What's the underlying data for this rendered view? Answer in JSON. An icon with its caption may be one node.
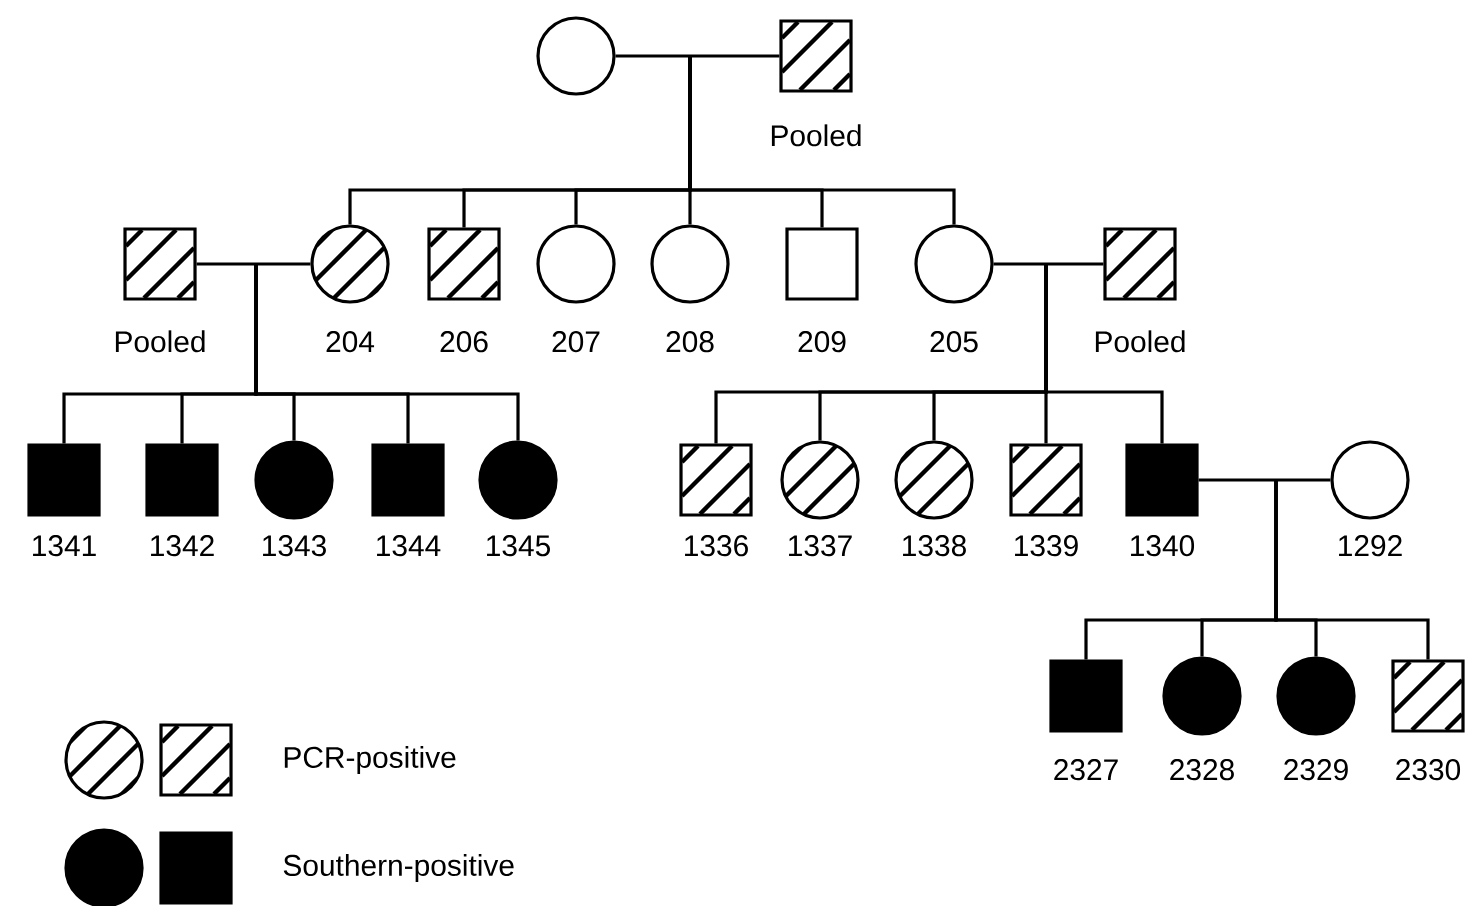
{
  "diagram": {
    "nodes": [
      {
        "text": [],
        "shape": "circle"
      },
      {
        "text": [],
        "shape": "box",
        "beside": [
          "Pooled"
        ]
      },
      {
        "text": [],
        "shape": "box",
        "beside": [
          "Pooled"
        ]
      },
      {
        "text": [],
        "shape": "circle",
        "beside": [
          "204"
        ]
      },
      {
        "text": [],
        "shape": "box",
        "beside": [
          "206"
        ]
      },
      {
        "text": [],
        "shape": "circle",
        "beside": [
          "207"
        ]
      },
      {
        "text": [],
        "shape": "circle",
        "beside": [
          "208"
        ]
      },
      {
        "text": [],
        "shape": "box",
        "beside": [
          "209"
        ]
      },
      {
        "text": [],
        "shape": "circle",
        "beside": [
          "205"
        ]
      },
      {
        "text": [],
        "shape": "box",
        "beside": [
          "Pooled"
        ]
      },
      {
        "text": [],
        "shape": "box",
        "beside": [
          "1341"
        ]
      },
      {
        "text": [],
        "shape": "box",
        "beside": [
          "1342"
        ]
      },
      {
        "text": [],
        "shape": "circle",
        "beside": [
          "1343"
        ]
      },
      {
        "text": [],
        "shape": "box",
        "beside": [
          "1344"
        ]
      },
      {
        "text": [],
        "shape": "circle",
        "beside": [
          "1345"
        ]
      },
      {
        "text": [],
        "shape": "box",
        "beside": [
          "1336"
        ]
      },
      {
        "text": [],
        "shape": "circle",
        "beside": [
          "1337"
        ]
      },
      {
        "text": [],
        "shape": "circle",
        "beside": [
          "1338"
        ]
      },
      {
        "text": [],
        "shape": "box",
        "beside": [
          "1339"
        ]
      },
      {
        "text": [],
        "shape": "box",
        "beside": [
          "1340"
        ]
      },
      {
        "text": [],
        "shape": "circle",
        "beside": [
          "1292"
        ]
      },
      {
        "text": [],
        "shape": "box",
        "beside": [
          "2327"
        ]
      },
      {
        "text": [],
        "shape": "circle",
        "beside": [
          "2328"
        ]
      },
      {
        "text": [],
        "shape": "circle",
        "beside": [
          "2329"
        ]
      },
      {
        "text": [],
        "shape": "box",
        "beside": [
          "2330"
        ]
      }
    ],
    "edges": [
      {
        "from": 0,
        "to": 1,
        "arrow": "none"
      },
      {
        "from": 0,
        "to": 3,
        "arrow": "none"
      },
      {
        "from": 1,
        "to": 3,
        "arrow": "none"
      },
      {
        "from": 0,
        "to": 4,
        "arrow": "none"
      },
      {
        "from": 1,
        "to": 4,
        "arrow": "none"
      },
      {
        "from": 0,
        "to": 5,
        "arrow": "none"
      },
      {
        "from": 1,
        "to": 5,
        "arrow": "none"
      },
      {
        "from": 0,
        "to": 6,
        "arrow": "none"
      },
      {
        "from": 1,
        "to": 6,
        "arrow": "none"
      },
      {
        "from": 0,
        "to": 7,
        "arrow": "none"
      },
      {
        "from": 1,
        "to": 7,
        "arrow": "none"
      },
      {
        "from": 0,
        "to": 8,
        "arrow": "none"
      },
      {
        "from": 1,
        "to": 8,
        "arrow": "none"
      },
      {
        "from": 2,
        "to": 3,
        "arrow": "none"
      },
      {
        "from": 2,
        "to": 10,
        "arrow": "none"
      },
      {
        "from": 3,
        "to": 10,
        "arrow": "none"
      },
      {
        "from": 2,
        "to": 11,
        "arrow": "none"
      },
      {
        "from": 3,
        "to": 11,
        "arrow": "none"
      },
      {
        "from": 2,
        "to": 12,
        "arrow": "none"
      },
      {
        "from": 3,
        "to": 12,
        "arrow": "none"
      },
      {
        "from": 2,
        "to": 13,
        "arrow": "none"
      },
      {
        "from": 3,
        "to": 13,
        "arrow": "none"
      },
      {
        "from": 2,
        "to": 14,
        "arrow": "none"
      },
      {
        "from": 3,
        "to": 14,
        "arrow": "none"
      },
      {
        "from": 8,
        "to": 9,
        "arrow": "none"
      },
      {
        "from": 8,
        "to": 15,
        "arrow": "none"
      },
      {
        "from": 9,
        "to": 15,
        "arrow": "none"
      },
      {
        "from": 8,
        "to": 16,
        "arrow": "none"
      },
      {
        "from": 9,
        "to": 16,
        "arrow": "none"
      },
      {
        "from": 8,
        "to": 17,
        "arrow": "none"
      },
      {
        "from": 9,
        "to": 17,
        "arrow": "none"
      },
      {
        "from": 8,
        "to": 18,
        "arrow": "none"
      },
      {
        "from": 9,
        "to": 18,
        "arrow": "none"
      },
      {
        "from": 8,
        "to": 19,
        "arrow": "none"
      },
      {
        "from": 9,
        "to": 19,
        "arrow": "none"
      },
      {
        "from": 19,
        "to": 20,
        "arrow": "none"
      },
      {
        "from": 19,
        "to": 21,
        "arrow": "none"
      },
      {
        "from": 20,
        "to": 21,
        "arrow": "none"
      },
      {
        "from": 19,
        "to": 22,
        "arrow": "none"
      },
      {
        "from": 20,
        "to": 22,
        "arrow": "none"
      },
      {
        "from": 19,
        "to": 23,
        "arrow": "none"
      },
      {
        "from": 20,
        "to": 23,
        "arrow": "none"
      },
      {
        "from": 19,
        "to": 24,
        "arrow": "none"
      },
      {
        "from": 20,
        "to": 24,
        "arrow": "none"
      }
    ],
    "legend": [
      {
        "text": "PCR-positive"
      },
      {
        "text": "Southern-positive"
      }
    ]
  }
}
